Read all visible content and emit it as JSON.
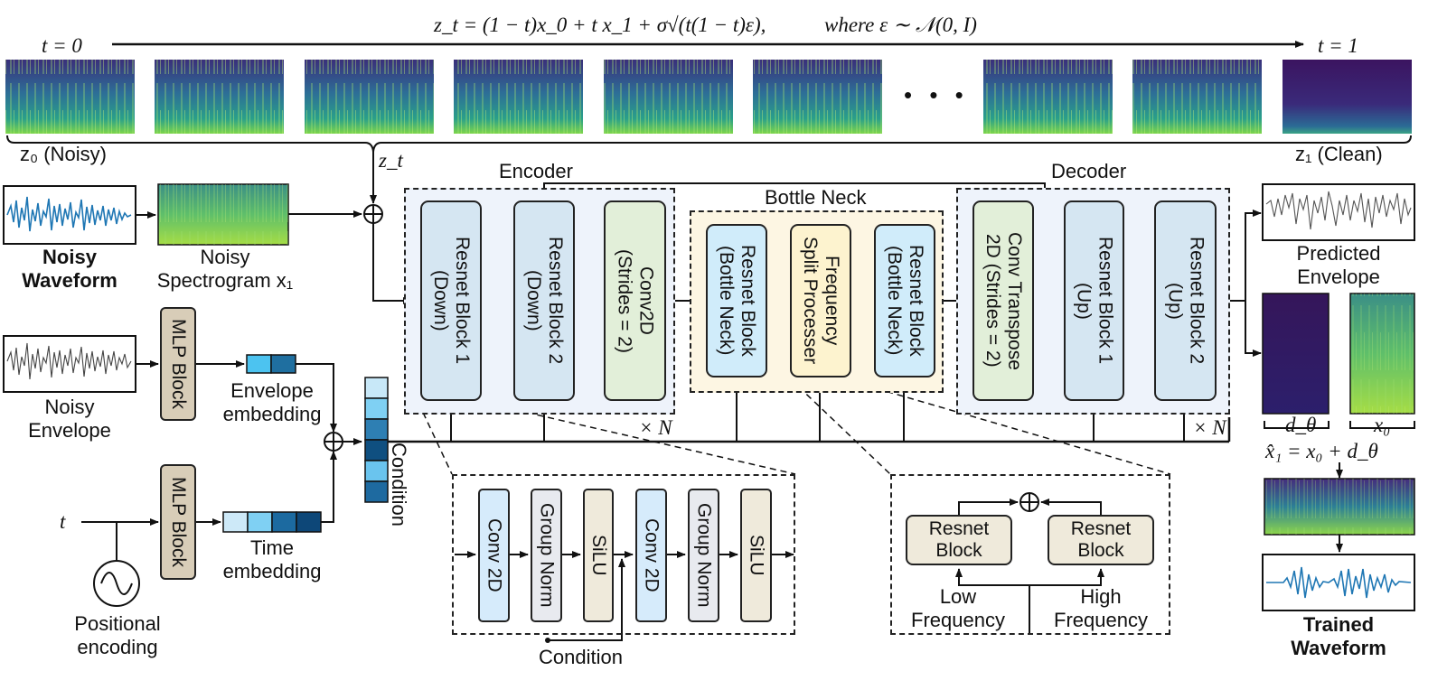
{
  "formula": {
    "equation": "z_t = (1 − t)x_0 + t x_1 + σ√(t(1 − t)ε),",
    "condition": "where ε ∼ 𝒩(0, I)"
  },
  "timeline": {
    "t_start": "t = 0",
    "t_end": "t = 1",
    "ellipsis": "• • •"
  },
  "labels": {
    "z0": "z₀ (Noisy)",
    "z1": "z₁ (Clean)",
    "zt": "z_t",
    "noisy_waveform": "Noisy\nWaveform",
    "noisy_spectrogram": "Noisy\nSpectrogram x₁",
    "noisy_envelope": "Noisy\nEnvelope",
    "envelope_embedding": "Envelope\nembedding",
    "time_embedding": "Time\nembedding",
    "positional_encoding": "Positional\nencoding",
    "t_input": "t",
    "condition_vertical": "Condition",
    "condition_bottom": "Condition",
    "mlp_block": "MLP Block",
    "times_n_encoder": "× N",
    "times_n_decoder": "× N",
    "predicted_envelope": "Predicted\nEnvelope",
    "d_theta": "d_θ",
    "x0": "x₀",
    "reconstruction": "x̂₁ =  x₀ + d_θ",
    "trained_waveform": "Trained\nWaveform"
  },
  "sections": {
    "encoder": "Encoder",
    "bottleneck": "Bottle Neck",
    "decoder": "Decoder"
  },
  "blocks": {
    "enc1": "Resnet Block 1\n(Down)",
    "enc2": "Resnet Block 2\n(Down)",
    "conv2d": "Conv2D\n(Strides = 2)",
    "bn1": "Resnet Block\n(Bottle Neck)",
    "fsp": "Frequency\nSplit Processer",
    "bn2": "Resnet Block\n(Bottle Neck)",
    "convT": "Conv Transpose\n2D (Strides = 2)",
    "dec1": "Resnet Block 1\n(Up)",
    "dec2": "Resnet Block 2\n(Up)"
  },
  "resnet_detail": [
    "Conv 2D",
    "Group Norm",
    "SiLU",
    "Conv 2D",
    "Group Norm",
    "SiLU"
  ],
  "fsp_detail": {
    "left_block": "Resnet\nBlock",
    "right_block": "Resnet\nBlock",
    "low": "Low\nFrequency",
    "high": "High\nFrequency"
  },
  "colors": {
    "resnet_fill": "#d5e6f2",
    "conv_fill": "#e2efd9",
    "bottleneck_fill": "#d0ecfa",
    "fsp_fill": "#fdf3cf",
    "mlp_fill": "#d8cdb8",
    "detail_blue": "#d6ebfb",
    "detail_gray": "#e8eaef",
    "detail_beige": "#efeadb",
    "waveform": "#1f77b4",
    "spec_dark": "#3b1c63",
    "spec_mid": "#2f7f9a",
    "spec_bright": "#7bd34a"
  },
  "embedding_colors": {
    "envelope": [
      "#4cc3f0",
      "#1f6fa0"
    ],
    "time": [
      "#cde9f8",
      "#7fd0f3",
      "#1c6aa0",
      "#0d4778"
    ],
    "condition": [
      "#c8e8f8",
      "#7fd0f3",
      "#2e7fb3",
      "#0f4f80",
      "#6ac4ee",
      "#1e6aa0"
    ]
  }
}
